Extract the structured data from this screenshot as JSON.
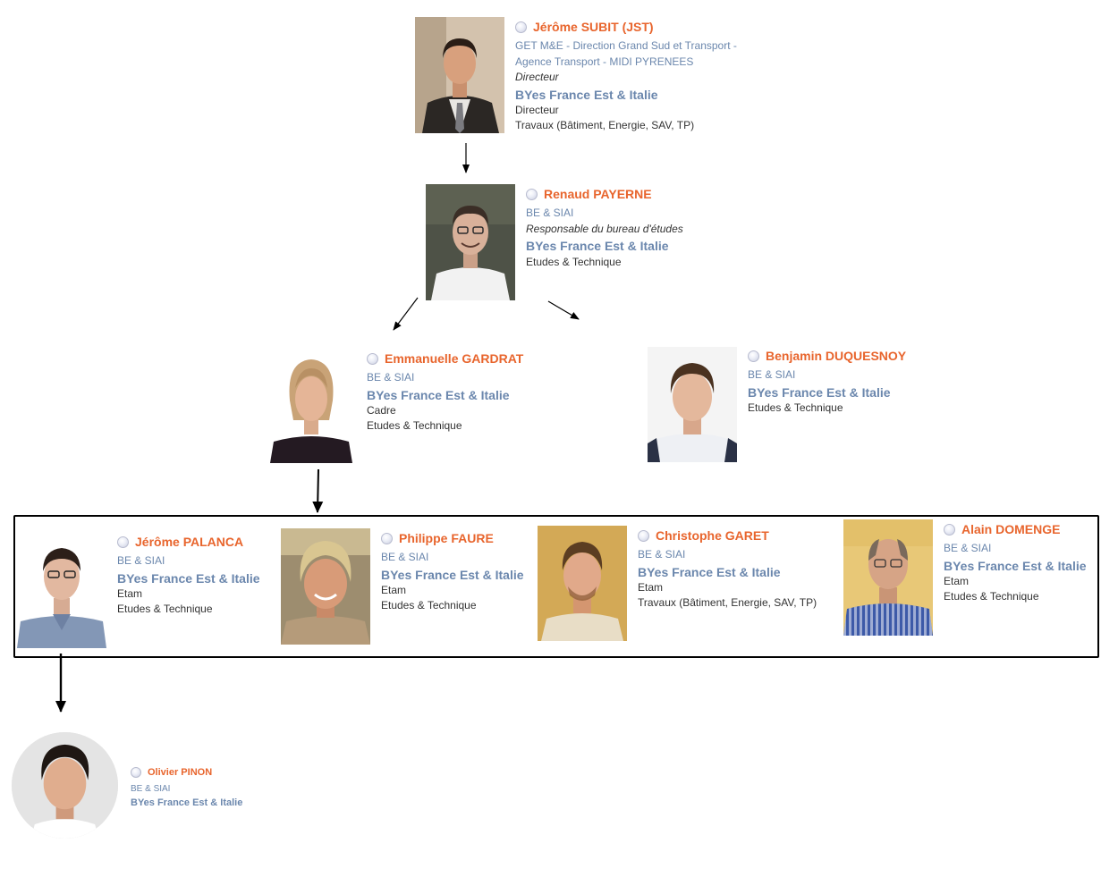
{
  "people": {
    "subit": {
      "name": "Jérôme SUBIT (JST)",
      "dept": "GET M&E - Direction Grand Sud et Transport -",
      "dept2": "Agence Transport - MIDI PYRENEES",
      "role": "Directeur",
      "company": "BYes France Est & Italie",
      "detail1": "Directeur",
      "detail2": "Travaux (Bâtiment, Energie, SAV, TP)"
    },
    "payerne": {
      "name": "Renaud PAYERNE",
      "dept": "BE & SIAI",
      "role": "Responsable du bureau d'études",
      "company": "BYes France Est & Italie",
      "detail1": "Etudes & Technique"
    },
    "gardrat": {
      "name": "Emmanuelle GARDRAT",
      "dept": "BE & SIAI",
      "company": "BYes France Est & Italie",
      "detail1": "Cadre",
      "detail2": "Etudes & Technique"
    },
    "duquesnoy": {
      "name": "Benjamin DUQUESNOY",
      "dept": "BE & SIAI",
      "company": "BYes France Est & Italie",
      "detail1": "Etudes & Technique"
    },
    "palanca": {
      "name": "Jérôme PALANCA",
      "dept": "BE & SIAI",
      "company": "BYes France Est & Italie",
      "detail1": "Etam",
      "detail2": "Etudes & Technique"
    },
    "faure": {
      "name": "Philippe FAURE",
      "dept": "BE & SIAI",
      "company": "BYes France Est & Italie",
      "detail1": "Etam",
      "detail2": "Etudes & Technique"
    },
    "garet": {
      "name": "Christophe GARET",
      "dept": "BE & SIAI",
      "company": "BYes France Est & Italie",
      "detail1": "Etam",
      "detail2": "Travaux (Bâtiment, Energie, SAV, TP)"
    },
    "domenge": {
      "name": "Alain DOMENGE",
      "dept": "BE & SIAI",
      "company": "BYes France Est & Italie",
      "detail1": "Etam",
      "detail2": "Etudes & Technique"
    },
    "pinon": {
      "name": "Olivier PINON",
      "dept": "BE & SIAI",
      "company": "BYes France Est & Italie"
    }
  },
  "colors": {
    "name": "#e8652d",
    "company": "#6b87ad",
    "dept": "#6b87ad",
    "text": "#333333",
    "border": "#000000"
  }
}
